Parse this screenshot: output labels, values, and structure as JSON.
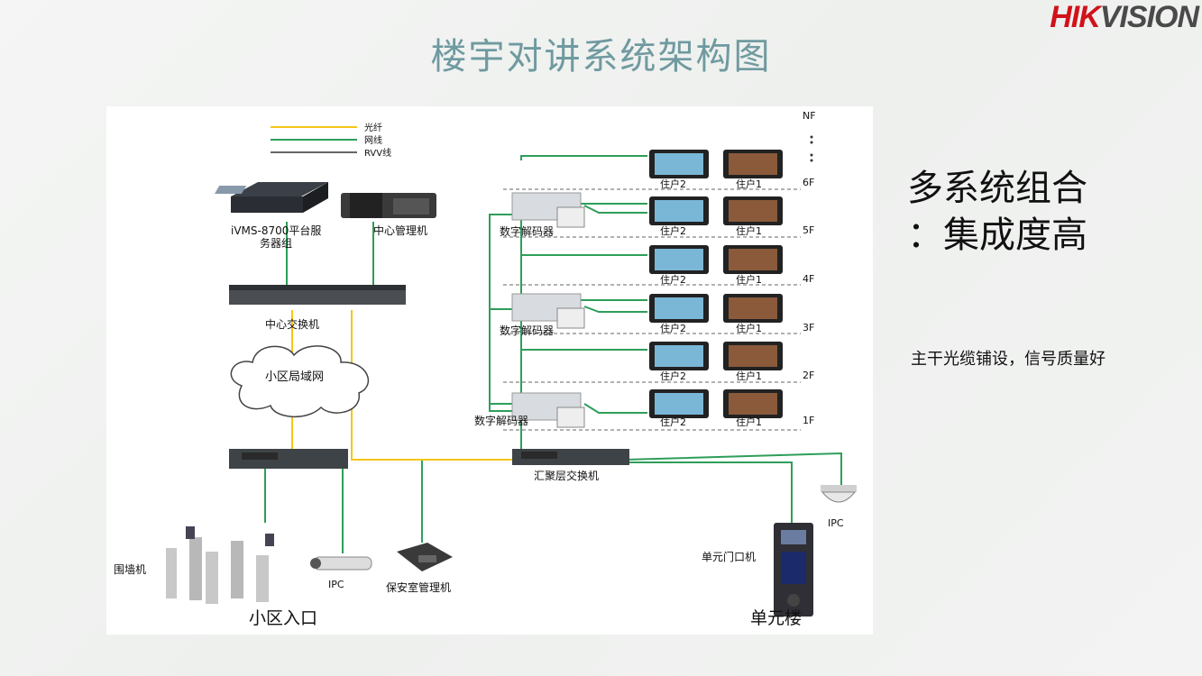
{
  "slide": {
    "title": "楼宇对讲系统架构图",
    "brand_part1": "HIK",
    "brand_part2": "VISION",
    "headline_line1": "多系统组合",
    "headline_line2": "：集成度高",
    "subtext": "主干光缆铺设，信号质量好"
  },
  "diagram": {
    "legend": {
      "fiber": "光纤",
      "network": "网线",
      "rvv": "RVV线"
    },
    "server": "iVMS-8700平台服",
    "server2": "务器组",
    "center_mgr": "中心管理机",
    "core_switch": "中心交换机",
    "lan": "小区局域网",
    "aggr_switch": "汇聚层交换机",
    "gate": "围墙机",
    "ipc_entrance": "IPC",
    "guard": "保安室管理机",
    "entrance": "小区入口",
    "unit_door": "单元门口机",
    "ipc_unit": "IPC",
    "building": "单元楼",
    "decoder": "数字解码器",
    "resident1": "住户1",
    "resident2": "住户2",
    "floors": [
      "NF",
      "6F",
      "5F",
      "4F",
      "3F",
      "2F",
      "1F"
    ]
  },
  "colors": {
    "fiber": "#f5c518",
    "network": "#2e9e5a",
    "rvv": "#333333",
    "title": "#6f9aa0"
  }
}
